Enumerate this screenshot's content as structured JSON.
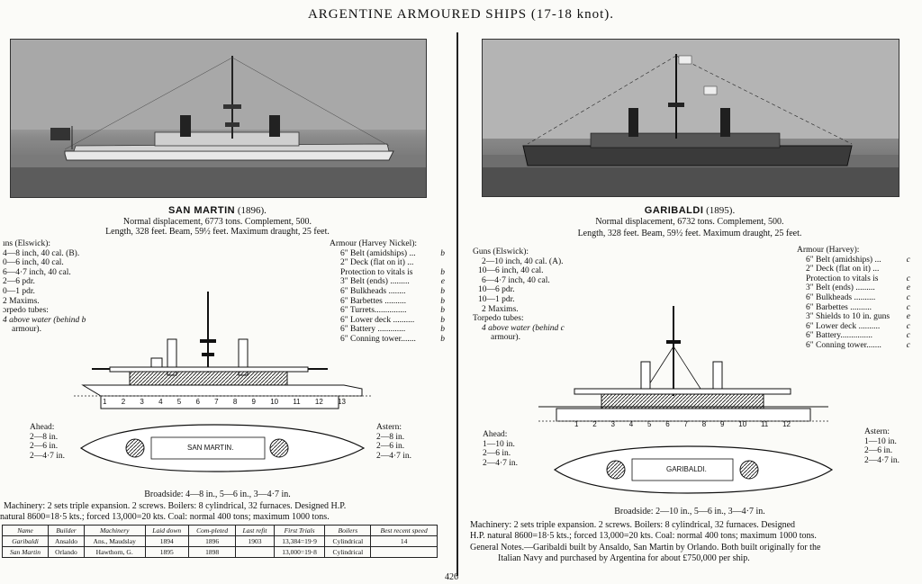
{
  "page": {
    "title": "ARGENTINE ARMOURED SHIPS (17-18 knot).",
    "page_number": "426"
  },
  "san_martin": {
    "name": "SAN MARTIN",
    "year": "(1896).",
    "line1": "Normal displacement, 6773 tons. Complement, 500.",
    "line2": "Length, 328 feet. Beam, 59½ feet. Maximum draught, 25 feet.",
    "guns": [
      "ıns (Elswick):",
      "4—8 inch, 40 cal. (B).",
      "0—6 inch, 40 cal.",
      "6—4·7 inch, 40 cal.",
      "2—6 pdr.",
      "0—1 pdr.",
      "2 Maxims.",
      "ɔrpedo tubes:",
      "4 above water (behind b",
      "armour)."
    ],
    "armour_title": "Armour (Harvey Nickel):",
    "armour": [
      {
        "label": "6\" Belt (amidships) ...",
        "grade": "b"
      },
      {
        "label": "2\" Deck (flat on it) ...",
        "grade": ""
      },
      {
        "label": "Protection to vitals is",
        "grade": "b"
      },
      {
        "label": "3\" Belt (ends) .........",
        "grade": "e"
      },
      {
        "label": "6\" Bulkheads ........",
        "grade": "b"
      },
      {
        "label": "6\" Barbettes ..........",
        "grade": "b"
      },
      {
        "label": "6\" Turrets...............",
        "grade": "b"
      },
      {
        "label": "6\" Lower deck ..........",
        "grade": "b"
      },
      {
        "label": "6\" Battery .............",
        "grade": "b"
      },
      {
        "label": "6\" Conning tower.......",
        "grade": "b"
      }
    ],
    "ahead": [
      "Ahead:",
      "2—8 in.",
      "2—6 in.",
      "2—4·7 in."
    ],
    "astern": [
      "Astern:",
      "2—8 in.",
      "2—6 in.",
      "2—4·7 in."
    ],
    "plan_label": "SAN MARTIN.",
    "broadside": "Broadside: 4—8 in., 5—6 in., 3—4·7 in.",
    "machinery1": "Machinery: 2 sets triple expansion. 2 screws. Boilers: 8 cylindrical, 32 furnaces. Designed H.P.",
    "machinery2": "natural 8600=18·5 kts.; forced 13,000=20 kts. Coal: normal 400 tons; maximum 1000 tons.",
    "sections": [
      "1",
      "2",
      "3",
      "4",
      "5",
      "6",
      "7",
      "8",
      "9",
      "10",
      "11",
      "12",
      "13"
    ]
  },
  "garibaldi": {
    "name": "GARIBALDI",
    "year": "(1895).",
    "line1": "Normal displacement, 6732 tons. Complement, 500.",
    "line2": "Length, 328 feet. Beam, 59½ feet. Maximum draught, 25 feet.",
    "guns": [
      "Guns (Elswick):",
      "2—10 inch, 40 cal. (A).",
      "10—6 inch, 40 cal.",
      "6—4·7 inch, 40 cal.",
      "10—6 pdr.",
      "10—1 pdr.",
      "2 Maxims.",
      "Torpedo tubes:",
      "4 above water (behind c",
      "armour)."
    ],
    "armour_title": "Armour (Harvey):",
    "armour": [
      {
        "label": "6\" Belt (amidships) ...",
        "grade": "c"
      },
      {
        "label": "2\" Deck (flat on it) ...",
        "grade": ""
      },
      {
        "label": "Protection to vitals is",
        "grade": "c"
      },
      {
        "label": "3\" Belt (ends) .........",
        "grade": "e"
      },
      {
        "label": "6\" Bulkheads ..........",
        "grade": "c"
      },
      {
        "label": "6\" Barbettes ..........",
        "grade": "c"
      },
      {
        "label": "3\" Shields to 10 in. guns",
        "grade": "e"
      },
      {
        "label": "6\" Lower deck ..........",
        "grade": "c"
      },
      {
        "label": "6\" Battery...............",
        "grade": "c"
      },
      {
        "label": "6\" Conning tower.......",
        "grade": "c"
      }
    ],
    "ahead": [
      "Ahead:",
      "1—10 in.",
      "2—6 in.",
      "2—4·7 in."
    ],
    "astern": [
      "Astern:",
      "1—10 in.",
      "2—6 in.",
      "2—4·7 in."
    ],
    "plan_label": "GARIBALDI.",
    "broadside": "Broadside: 2—10 in., 5—6 in., 3—4·7 in.",
    "machinery1": "Machinery: 2 sets triple expansion. 2 screws. Boilers: 8 cylindrical, 32 furnaces. Designed",
    "machinery2": "H.P. natural 8600=18·5 kts.; forced 13,000=20 kts. Coal: normal 400 tons; maximum 1000 tons.",
    "notes1": "General Notes.—Garibaldi built by Ansaldo, San Martin by Orlando. Both built originally for the",
    "notes2": "Italian Navy and purchased by Argentina for about £750,000 per ship.",
    "sections": [
      "1",
      "2",
      "3",
      "4",
      "5",
      "6",
      "7",
      "8",
      "9",
      "10",
      "11",
      "12"
    ]
  },
  "trials_table": {
    "headers": [
      "Name",
      "Builder",
      "Machinery",
      "Laid down",
      "Com-pleted",
      "Last refit",
      "First Trials",
      "Boilers",
      "Best recent speed"
    ],
    "rows": [
      [
        "Garibaldi",
        "Ansaldo",
        "Ans., Maudslay",
        "1894",
        "1896",
        "1903",
        "13,384=19·9",
        "Cylindrical",
        "14"
      ],
      [
        "San Martin",
        "Orlando",
        "Hawthorn, G.",
        "1895",
        "1898",
        "",
        "13,000=19·8",
        "Cylindrical",
        ""
      ]
    ]
  }
}
